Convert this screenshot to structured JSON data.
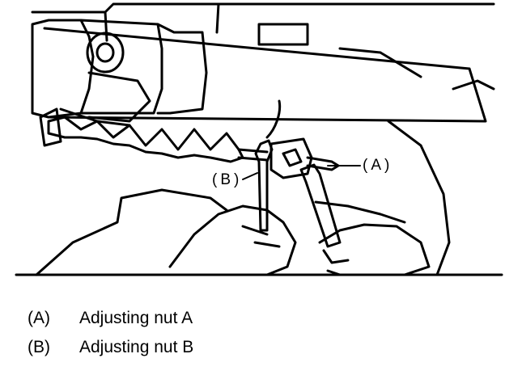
{
  "figure": {
    "callouts": {
      "a": "(A)",
      "b": "(B)"
    }
  },
  "legend": {
    "items": [
      {
        "key": "(A)",
        "label": "Adjusting nut A"
      },
      {
        "key": "(B)",
        "label": "Adjusting nut B"
      }
    ]
  }
}
